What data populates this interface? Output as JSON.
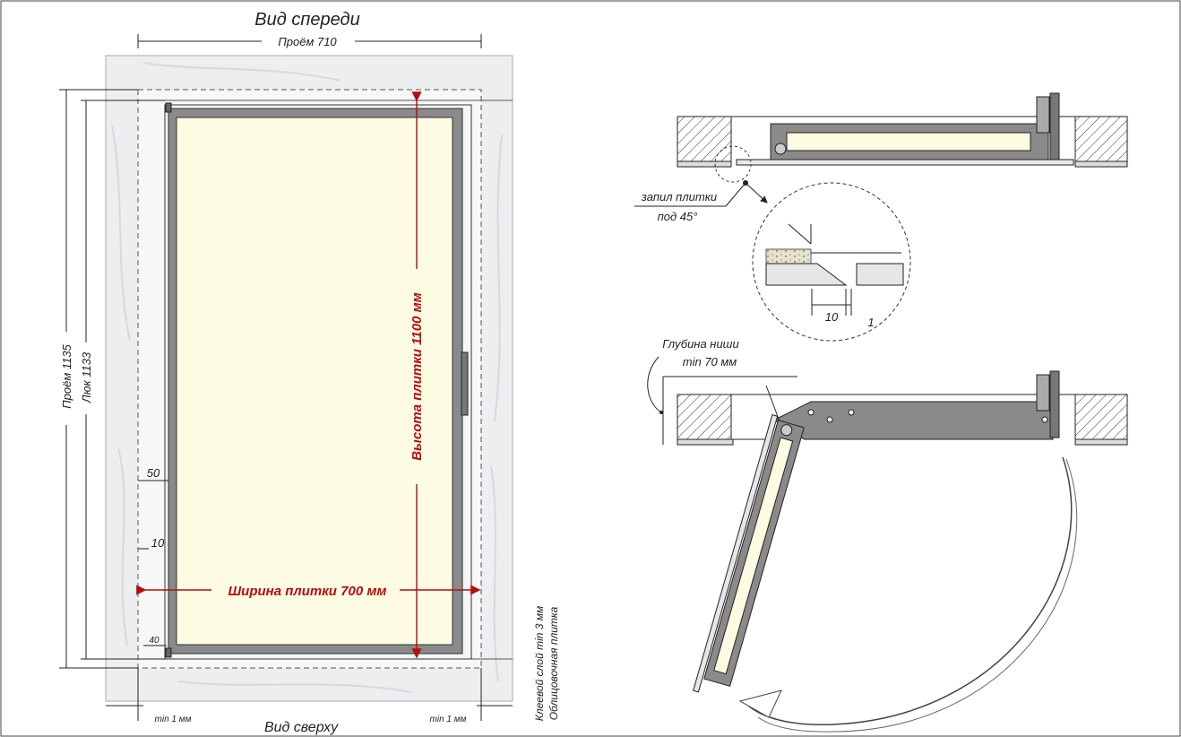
{
  "front_view": {
    "title": "Вид спереди",
    "opening_width": "Проём 710",
    "opening_height": "Проём 1135",
    "hatch_height": "Люк 1133",
    "tile_height": "Высота плитки 1100 мм",
    "tile_width": "Ширина плитки 700 мм",
    "dim_50": "50",
    "dim_10": "10",
    "dim_40": "40",
    "gap_left": "min 1 мм",
    "gap_right": "min 1 мм",
    "label_adhesive": "Клеевой слой min 3 мм",
    "label_tile": "Облицовочная плитка"
  },
  "top_view": {
    "title": "Вид сверху"
  },
  "section_closed": {
    "cut_label_1": "запил плитки",
    "cut_label_2": "под 45°"
  },
  "detail": {
    "dim_10": "10",
    "dim_1": "1"
  },
  "section_open": {
    "niche_label_1": "Глубина ниши",
    "niche_label_2": "min 70 мм"
  },
  "colors": {
    "frame_grey": "#8a8a8a",
    "tile_fill": "#fdfbe2",
    "marble": "#eceef0",
    "dimension_red": "#b50d0d"
  }
}
